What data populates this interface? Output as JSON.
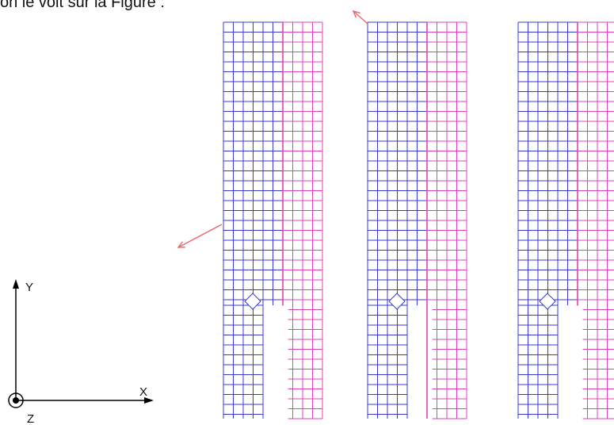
{
  "caption_fragment": "on le voit sur la Figure :",
  "axes": {
    "y_label": "Y",
    "x_label": "X",
    "z_label": "Z"
  },
  "colors": {
    "blue_mesh": "#3a3ad0",
    "pink_mesh": "#e040b8",
    "arrow": "#ee6666",
    "axis": "#000000"
  }
}
